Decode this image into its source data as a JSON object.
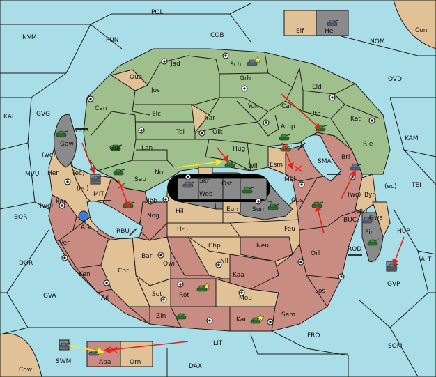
{
  "colors": {
    "sea": "#a9dde7",
    "green_power": "#9fc08c",
    "neutral_tan": "#e1c297",
    "red_power": "#c98c83",
    "grey_power": "#8a8a8a",
    "move_red": "#e0241b",
    "move_yellow": "#f2ea2c"
  },
  "labels": {
    "POL": "POL",
    "COB": "COB",
    "NVM": "NVM",
    "FUN": "FUN",
    "NOM": "NOM",
    "Con": "Con",
    "OVD": "OVD",
    "KAL": "KAL",
    "GVG": "GVG",
    "KAM": "KAM",
    "MVU": "MVU",
    "TEI": "TEI",
    "BOR": "BOR",
    "DOR": "DOR",
    "ALT": "ALT",
    "GVA": "GVA",
    "FRO": "FRO",
    "SOM": "SOM",
    "LIT": "LIT",
    "DAX": "DAX",
    "Cow": "Cow",
    "Elf": "Elf",
    "Hel": "Hel",
    "Jad": "Jad",
    "Sch": "Sch",
    "Qua": "Qua",
    "Jos": "Jos",
    "Grh": "Grh",
    "Eld": "Eld",
    "Can": "Can",
    "Yok": "Yok",
    "Car": "Car",
    "Uta": "Uta",
    "Kat": "Kat",
    "Elc": "Elc",
    "Nar": "Nar",
    "Tel": "Tel",
    "Olk": "Olk",
    "Amp": "Amp",
    "Rie": "Rie",
    "Gur": "Gur",
    "Lan": "Lan",
    "Hug": "Hug",
    "Bri": "Bri",
    "GOR": "GOR",
    "Gaw": "Gaw",
    "wc": "(wc)",
    "ec": "(ec)",
    "Her": "Her",
    "Nor": "Nor",
    "Wil": "Wil",
    "Esm": "Esm",
    "SMA": "SMA",
    "Sap": "Sap",
    "Skr": "Skr",
    "Ost": "Ost",
    "Mel": "Mel",
    "Byn": "Byn",
    "Web": "Web",
    "MIT": "MIT",
    "Kor": "Kor",
    "Nab": "Nab",
    "Hil": "Hil",
    "Eun": "Eun",
    "Sun": "Sun",
    "Obs": "Obs",
    "Gwa": "Gwa",
    "Ark": "Ark",
    "Nog": "Nog",
    "RBU": "RBU",
    "BUC": "BUC",
    "HUP": "HUP",
    "Uru": "Uru",
    "Feu": "Feu",
    "Pir": "Pir",
    "Ver": "Ver",
    "Chp": "Chp",
    "Neu": "Neu",
    "Orl": "Orl",
    "Bar": "Bar",
    "Qwi": "Qwi",
    "Nil": "Nil",
    "ROD": "ROD",
    "Ken": "Ken",
    "Chr": "Chr",
    "Kaa": "Kaa",
    "GVP": "GVP",
    "Los": "Los",
    "Ail": "Ail",
    "Sot": "Sot",
    "Rot": "Rot",
    "Mou": "Mou",
    "Zin": "Zin",
    "Kar": "Kar",
    "Sam": "Sam",
    "SWM": "SWM",
    "Aba": "Aba",
    "Orn": "Orn"
  }
}
